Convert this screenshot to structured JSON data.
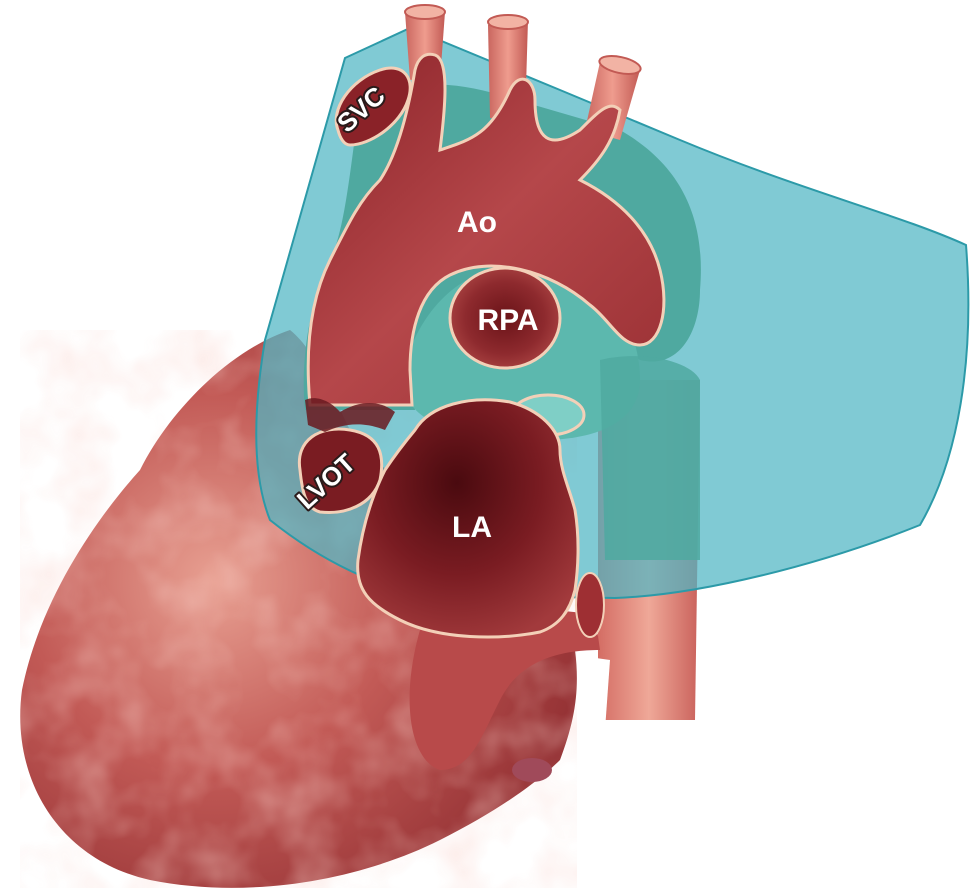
{
  "labels": {
    "svc": "SVC",
    "ao": "Ao",
    "rpa": "RPA",
    "lvot": "LVOT",
    "la": "LA"
  },
  "colors": {
    "plane": "#4fb6c4",
    "plane_edge": "#2c9aa8",
    "vessel_wall": "#3f9e94",
    "vessel_light": "#7fd0c8",
    "heart_base": "#b84a4a",
    "heart_dark": "#7a1f23",
    "heart_light": "#e79a8e",
    "lumen": "#9e2f33",
    "lumen_edge": "#f2c9b0",
    "chamber_dark": "#5e1016"
  }
}
